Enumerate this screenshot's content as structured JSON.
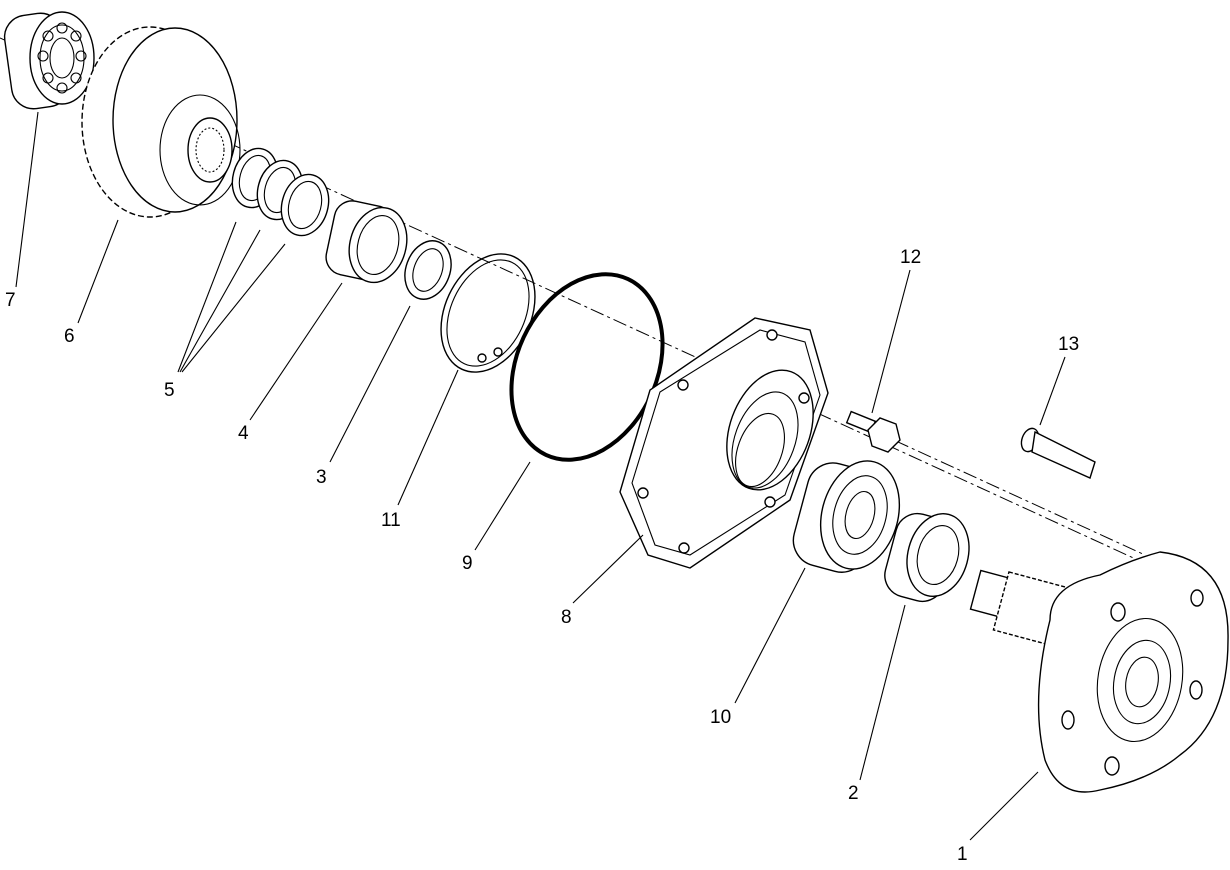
{
  "diagram": {
    "type": "exploded-parts-view",
    "callouts": [
      {
        "id": "p1",
        "label": "1"
      },
      {
        "id": "p2",
        "label": "2"
      },
      {
        "id": "p3",
        "label": "3"
      },
      {
        "id": "p4",
        "label": "4"
      },
      {
        "id": "p5",
        "label": "5"
      },
      {
        "id": "p6",
        "label": "6"
      },
      {
        "id": "p7",
        "label": "7"
      },
      {
        "id": "p8",
        "label": "8"
      },
      {
        "id": "p9",
        "label": "9"
      },
      {
        "id": "p10",
        "label": "10"
      },
      {
        "id": "p11",
        "label": "11"
      },
      {
        "id": "p12",
        "label": "12"
      },
      {
        "id": "p13",
        "label": "13"
      }
    ]
  }
}
